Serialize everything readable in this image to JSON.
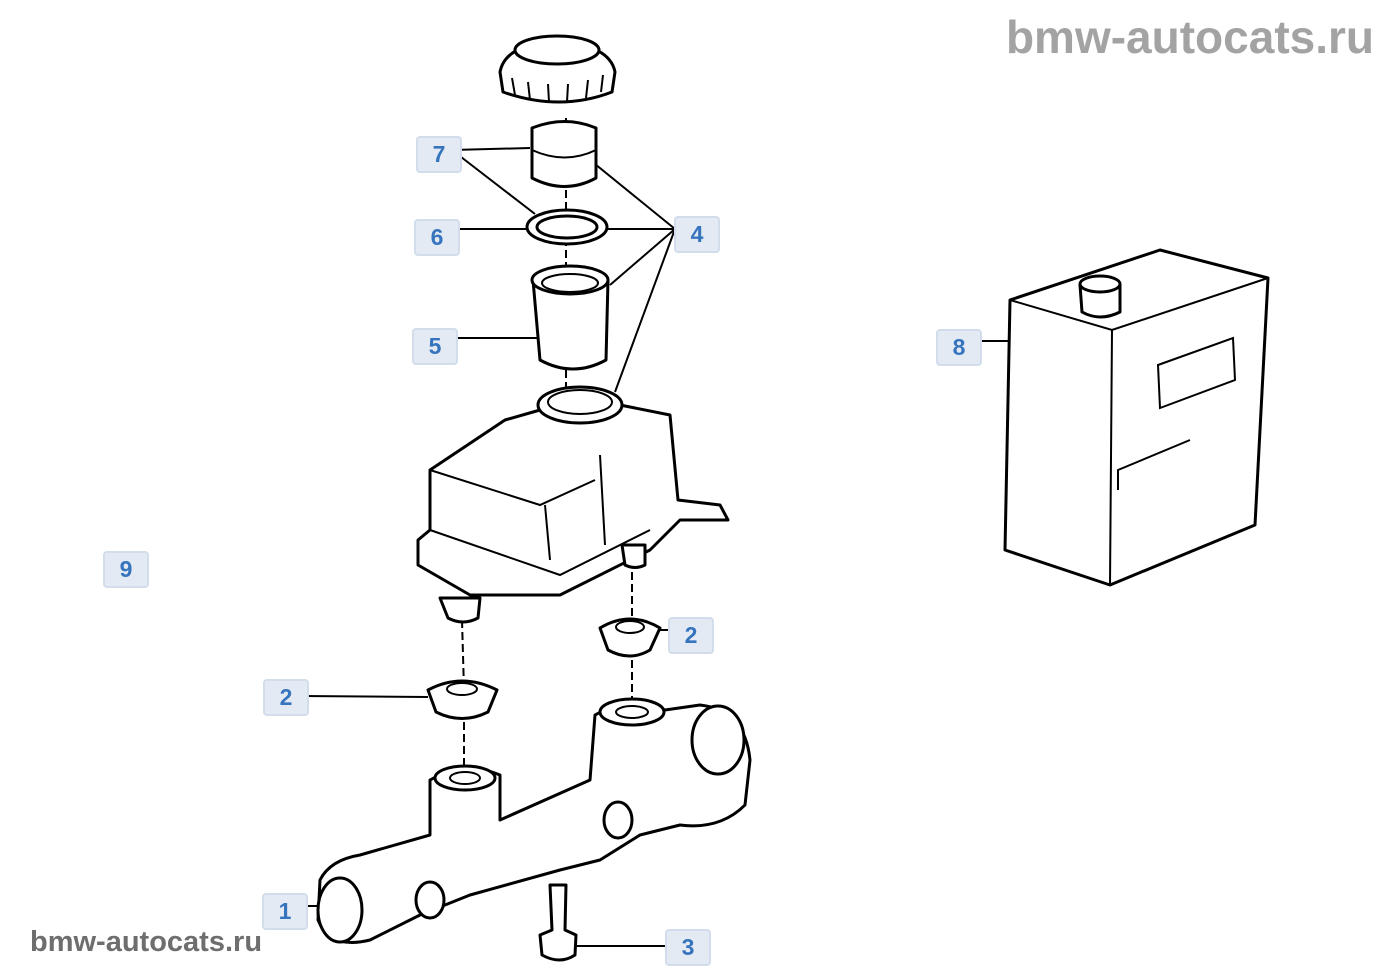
{
  "watermark_top": "bmw-autocats.ru",
  "watermark_bottom": "bmw-autocats.ru",
  "callouts": [
    {
      "number": "7"
    },
    {
      "number": "6"
    },
    {
      "number": "4"
    },
    {
      "number": "5"
    },
    {
      "number": "8"
    },
    {
      "number": "9"
    },
    {
      "number": "2"
    },
    {
      "number": "2"
    },
    {
      "number": "1"
    },
    {
      "number": "3"
    }
  ],
  "colors": {
    "label_bg": "#e3eaf4",
    "label_text": "#3674bd",
    "watermark": "#a3a3a3"
  }
}
